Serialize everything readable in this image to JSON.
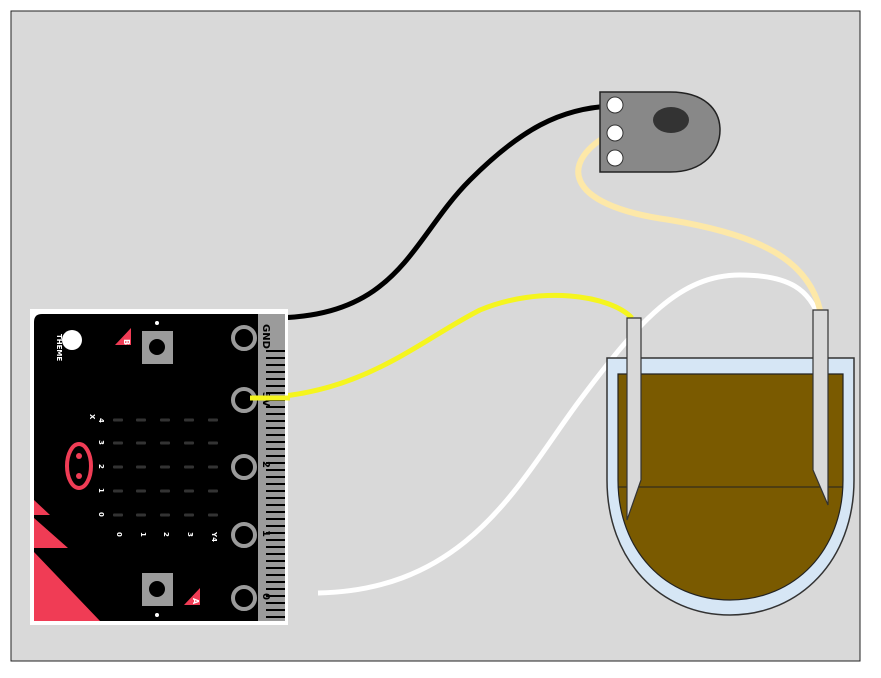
{
  "microbit": {
    "theme_label": "THEME",
    "button_b_label": "B",
    "button_a_label": "A",
    "pins": [
      {
        "label": "GND"
      },
      {
        "label": "3V"
      },
      {
        "label": "2"
      },
      {
        "label": "1"
      },
      {
        "label": "0"
      }
    ],
    "axis_top": [
      "X",
      "4",
      "3",
      "2",
      "1",
      "0"
    ],
    "axis_bottom": [
      "0",
      "1",
      "2",
      "3",
      "Y4"
    ]
  },
  "colors": {
    "canvas": "#d9d9d9",
    "board": "#000000",
    "accent_pink": "#f03c55",
    "pin_strip": "#9b9b9b",
    "wire_black": "#000000",
    "wire_yellow": "#f5f51e",
    "wire_white": "#ffffff",
    "wire_cream": "#fde8a8",
    "soil": "#7a5a00",
    "pot": "#d6e6f5",
    "sensor": "#888888"
  }
}
